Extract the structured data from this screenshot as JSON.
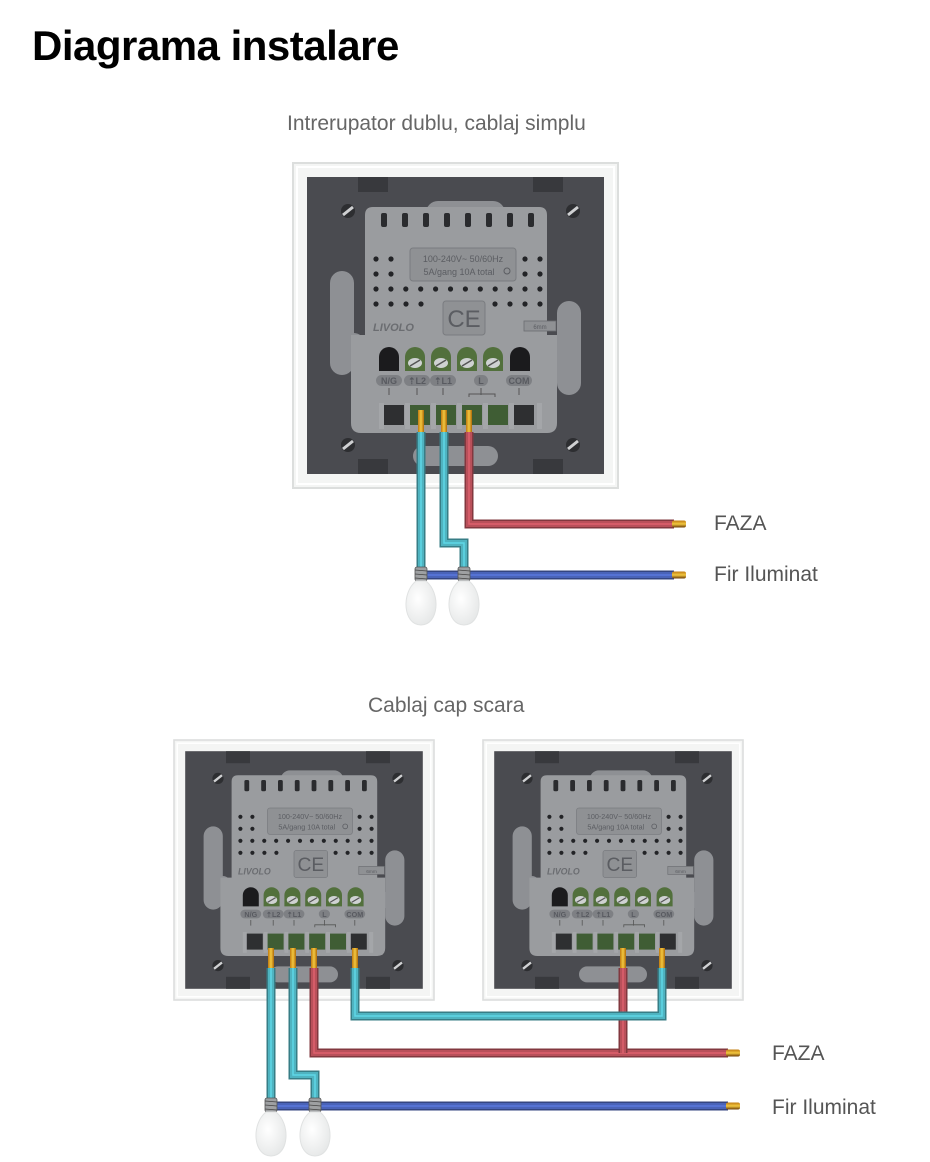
{
  "title": "Diagrama instalare",
  "diagrams": [
    {
      "subtitle": "Intrerupator dublu, cablaj simplu",
      "labels": {
        "phase": "FAZA",
        "light": "Fir Iluminat"
      }
    },
    {
      "subtitle": "Cablaj cap scara",
      "labels": {
        "phase": "FAZA",
        "light": "Fir Iluminat"
      }
    }
  ],
  "switch": {
    "spec_line1": "100-240V~  50/60Hz",
    "spec_line2": "5A/gang 10A total",
    "brand": "LIVOLO",
    "cert": "CE",
    "strip": "6mm",
    "terminals": [
      "N/G",
      "L2",
      "L1",
      "L",
      "COM"
    ]
  },
  "colors": {
    "phase_wire": "#b9505a",
    "switched_wire": "#4fb3c0",
    "neutral_wire": "#4a63b8",
    "panel": "#4a4b50",
    "module": "#9a9c9f",
    "frame": "#f4f5f4"
  }
}
